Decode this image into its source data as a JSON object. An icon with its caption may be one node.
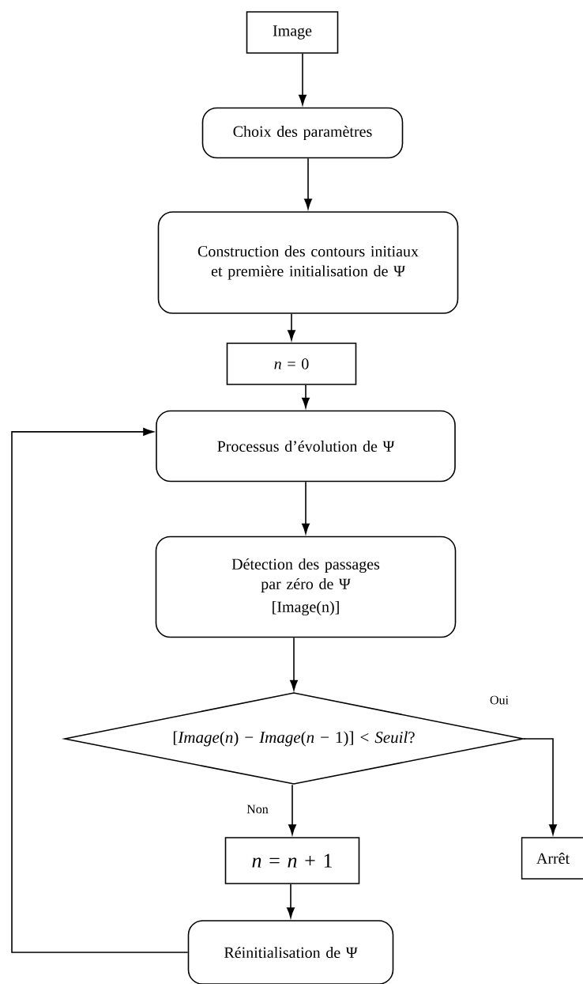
{
  "diagram": {
    "nodes": [
      {
        "text": [
          "Image"
        ]
      },
      {
        "text": [
          "Choix des paramètres"
        ]
      },
      {
        "text": [
          "Construction des contours initiaux et première initialisation de Ψ"
        ]
      },
      {
        "text": [
          "*n* = 0"
        ]
      },
      {
        "text": [
          "Processus d’évolution de Ψ"
        ]
      },
      {
        "text": [
          "Détection des passages par zéro de Ψ",
          "[Image(n)]"
        ]
      },
      {
        "text": [
          "[*Image*(*n*) − *Image*(*n* − 1)] < *Seuil*?"
        ]
      },
      {
        "text": [
          "*n* = *n* + 1"
        ]
      },
      {
        "text": [
          "Arrêt"
        ]
      },
      {
        "text": [
          "Réinitialisation de Ψ"
        ]
      }
    ],
    "edges": [
      {
        "from": 0,
        "to": 1,
        "arrow": "to"
      },
      {
        "from": 1,
        "to": 2,
        "arrow": "to"
      },
      {
        "from": 2,
        "to": 3,
        "arrow": "to"
      },
      {
        "from": 3,
        "to": 4,
        "arrow": "to"
      },
      {
        "from": 4,
        "to": 5,
        "arrow": "to"
      },
      {
        "from": 5,
        "to": 6,
        "arrow": "to"
      },
      {
        "from": 6,
        "to": 8,
        "arrow": "to",
        "label": "Oui"
      },
      {
        "from": 6,
        "to": 7,
        "arrow": "to",
        "label": "Non"
      },
      {
        "from": 7,
        "to": 9,
        "arrow": "to"
      },
      {
        "from": 9,
        "to": 4,
        "arrow": "to"
      }
    ]
  }
}
